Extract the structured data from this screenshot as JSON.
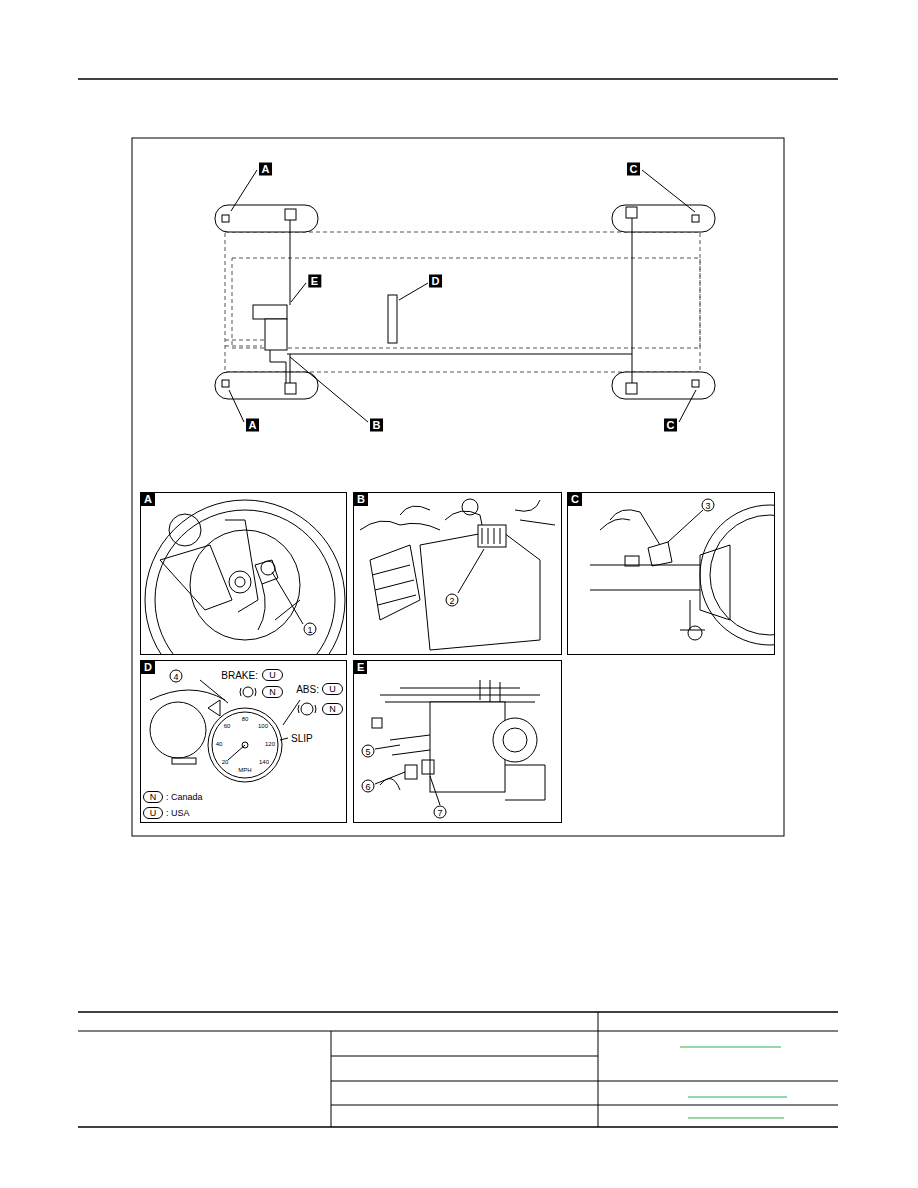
{
  "diagram": {
    "nodes": [
      {
        "text": [
          "A"
        ]
      },
      {
        "text": [
          "B"
        ]
      },
      {
        "text": [
          "C"
        ]
      },
      {
        "text": [
          "D"
        ]
      },
      {
        "text": [
          "U"
        ],
        "in": 3
      },
      {
        "text": [
          "N"
        ],
        "in": 3
      },
      {
        "text": [
          "U"
        ],
        "in": 3
      },
      {
        "text": [
          "N"
        ],
        "in": 3
      },
      {
        "text": [
          "N"
        ],
        "in": 3
      },
      {
        "text": [
          "U"
        ],
        "in": 3
      },
      {
        "text": [
          "E"
        ]
      }
    ],
    "labels": [
      "A",
      "C",
      "E",
      "D",
      "A",
      "B",
      "C",
      "1",
      "2",
      "3",
      "4",
      "BRAKE:",
      "ABS:",
      "SLIP",
      ": Canada",
      ": USA",
      "5",
      "6",
      "7",
      "20",
      "40",
      "60",
      "80",
      "100",
      "120",
      "140",
      "MPH"
    ]
  }
}
